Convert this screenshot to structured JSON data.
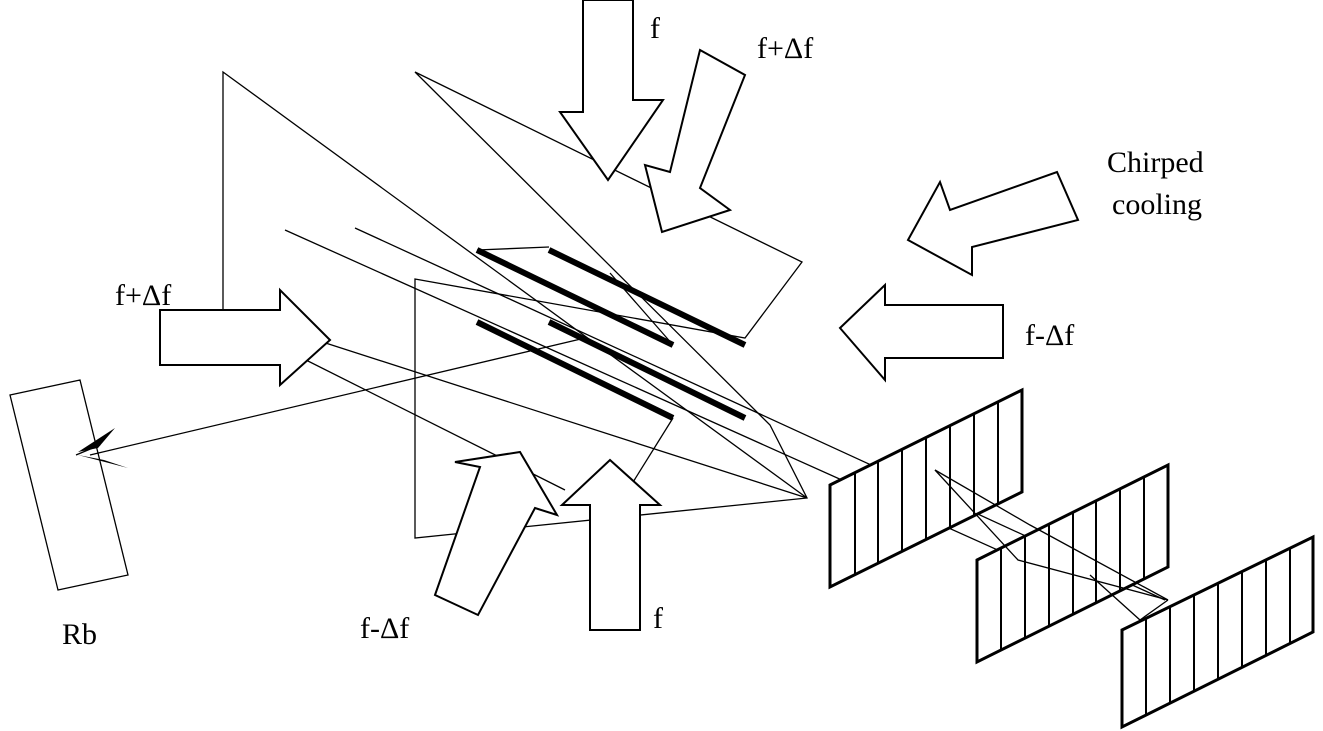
{
  "labels": {
    "top_f": "f",
    "top_f_plus": "f+Δf",
    "chirped_line1": "Chirped",
    "chirped_line2": "cooling",
    "right_f_minus": "f-Δf",
    "left_f_plus": "f+Δf",
    "bottom_f_minus": "f-Δf",
    "bottom_f": "f",
    "rb": "Rb"
  },
  "colors": {
    "ink": "#000000",
    "background": "#ffffff"
  }
}
